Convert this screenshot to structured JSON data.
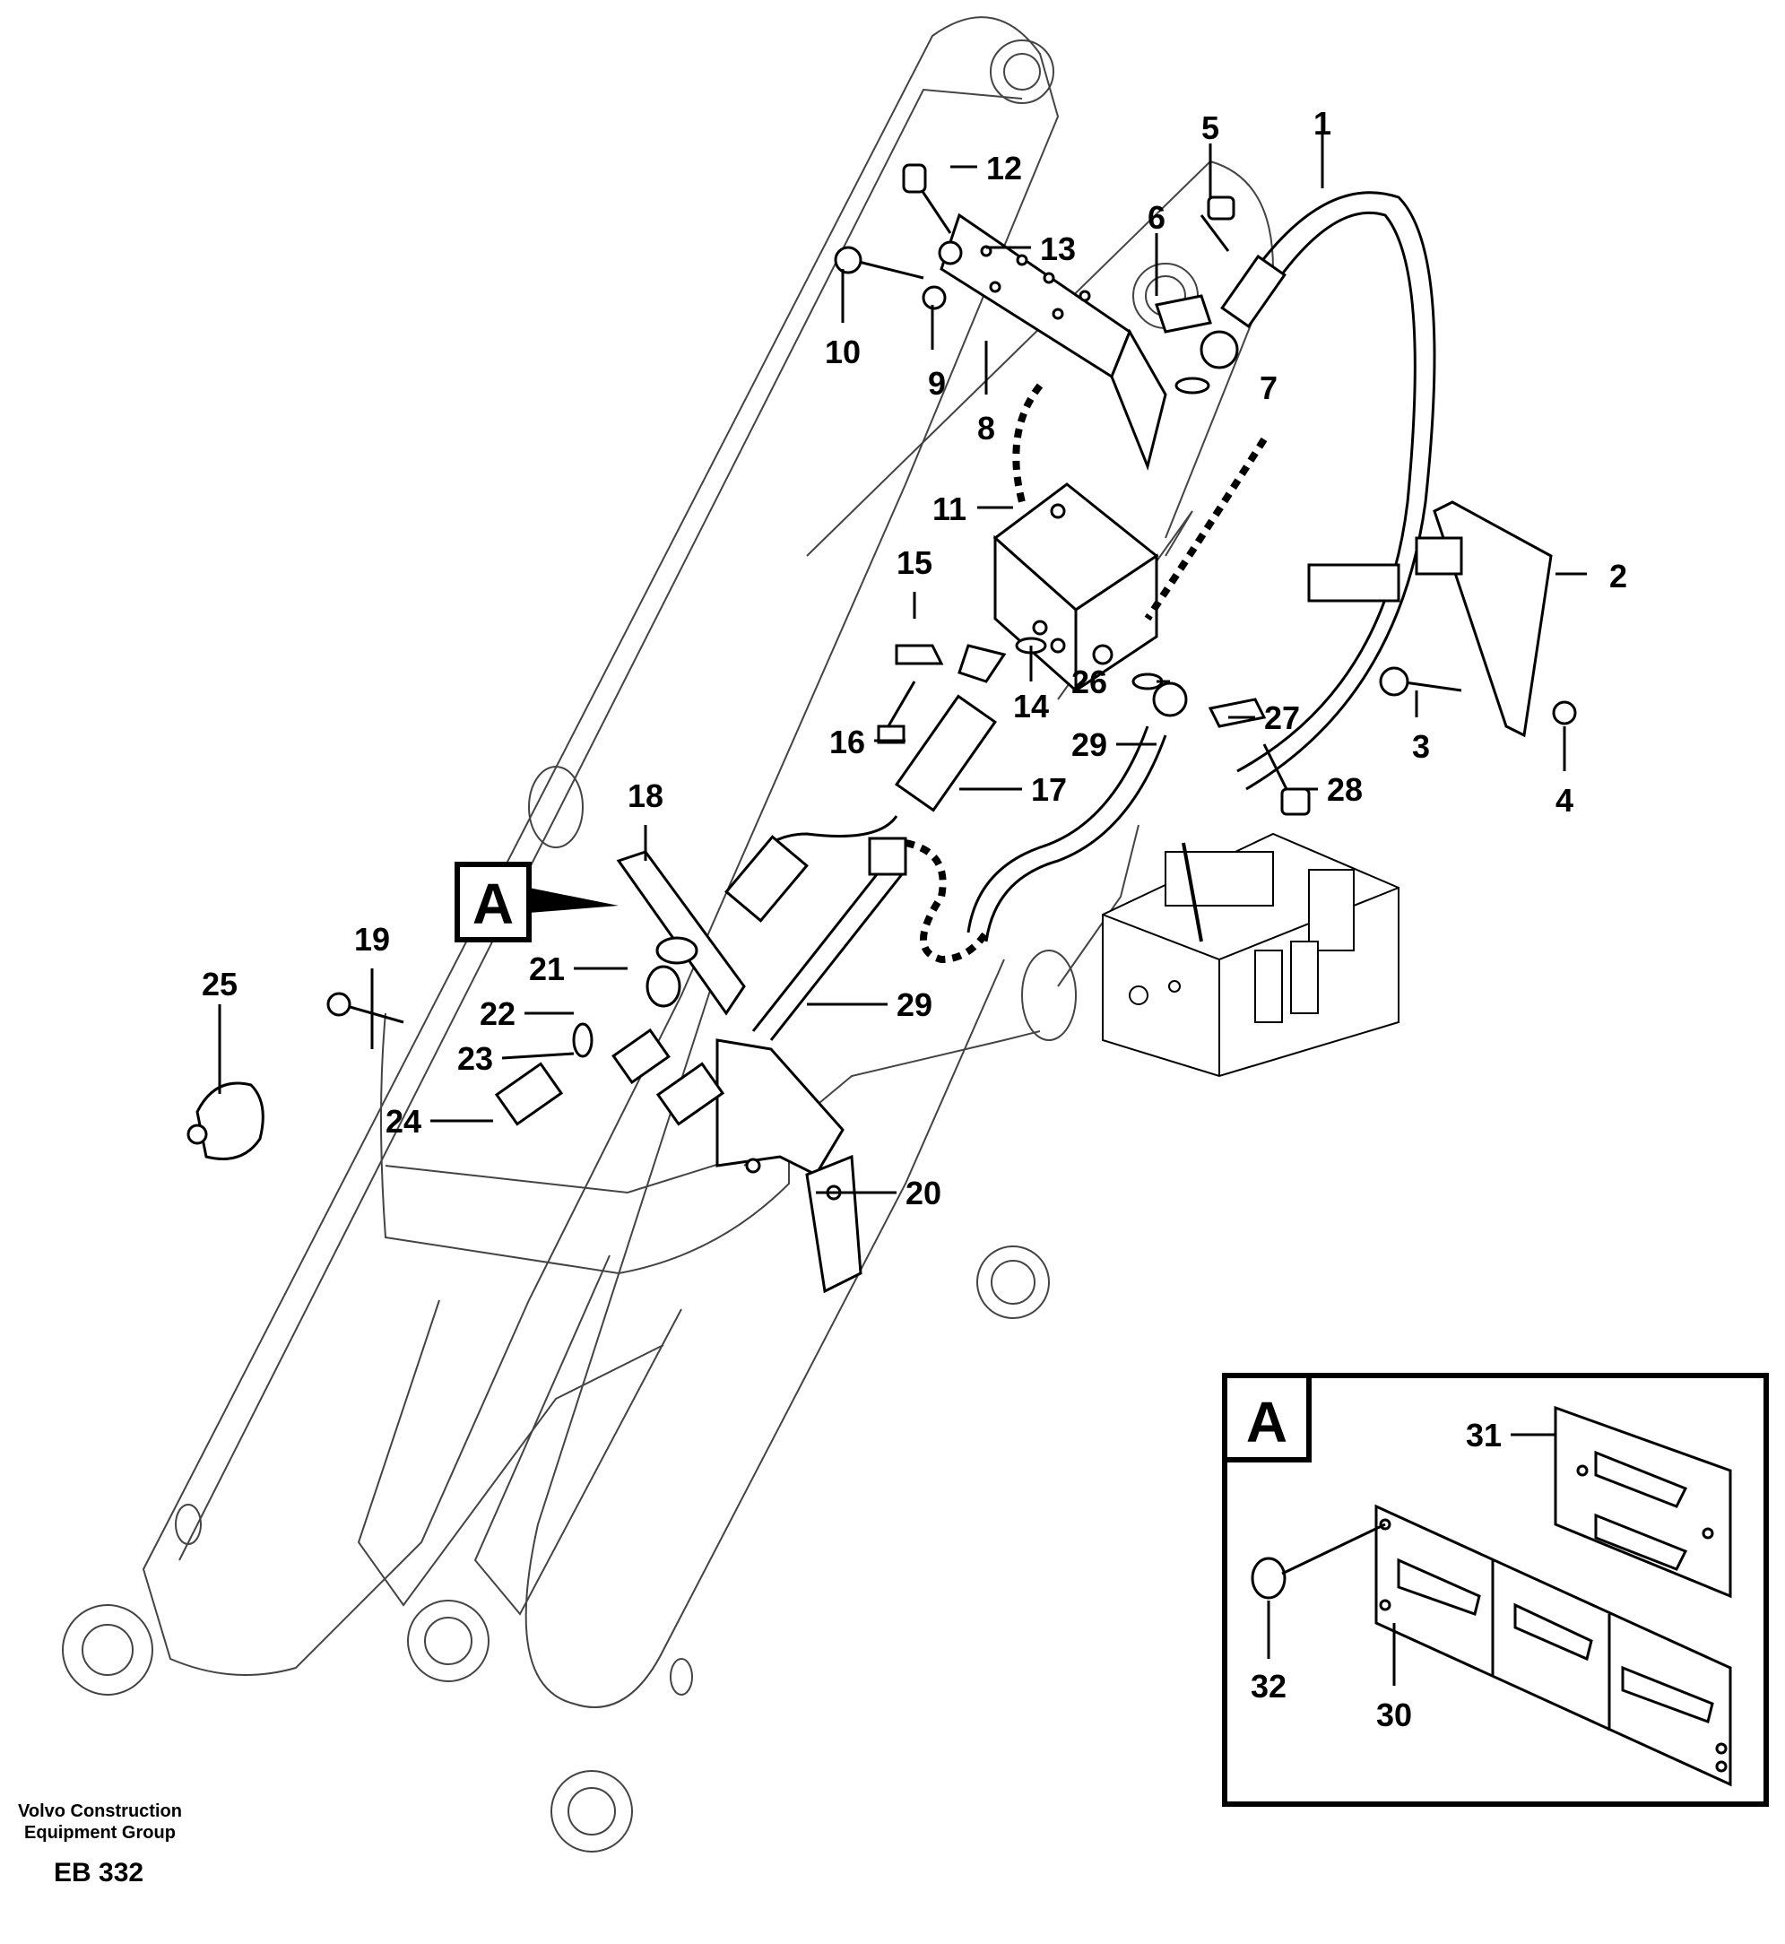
{
  "detail_marker": "A",
  "inset": {
    "label": "A"
  },
  "callouts": [
    {
      "id": "1",
      "text": "1"
    },
    {
      "id": "2",
      "text": "2"
    },
    {
      "id": "3",
      "text": "3"
    },
    {
      "id": "4",
      "text": "4"
    },
    {
      "id": "5",
      "text": "5"
    },
    {
      "id": "6",
      "text": "6"
    },
    {
      "id": "7",
      "text": "7"
    },
    {
      "id": "8",
      "text": "8"
    },
    {
      "id": "9",
      "text": "9"
    },
    {
      "id": "10",
      "text": "10"
    },
    {
      "id": "11",
      "text": "11"
    },
    {
      "id": "12",
      "text": "12"
    },
    {
      "id": "13",
      "text": "13"
    },
    {
      "id": "14",
      "text": "14"
    },
    {
      "id": "15",
      "text": "15"
    },
    {
      "id": "16",
      "text": "16"
    },
    {
      "id": "17",
      "text": "17"
    },
    {
      "id": "18",
      "text": "18"
    },
    {
      "id": "19",
      "text": "19"
    },
    {
      "id": "20",
      "text": "20"
    },
    {
      "id": "21",
      "text": "21"
    },
    {
      "id": "22",
      "text": "22"
    },
    {
      "id": "23",
      "text": "23"
    },
    {
      "id": "24",
      "text": "24"
    },
    {
      "id": "25",
      "text": "25"
    },
    {
      "id": "26",
      "text": "26"
    },
    {
      "id": "27",
      "text": "27"
    },
    {
      "id": "28",
      "text": "28"
    },
    {
      "id": "29a",
      "text": "29"
    },
    {
      "id": "29b",
      "text": "29"
    },
    {
      "id": "30",
      "text": "30"
    },
    {
      "id": "31",
      "text": "31"
    },
    {
      "id": "32",
      "text": "32"
    }
  ],
  "footer": {
    "company_line1": "Volvo Construction",
    "company_line2": "Equipment Group",
    "code": "EB 332"
  }
}
